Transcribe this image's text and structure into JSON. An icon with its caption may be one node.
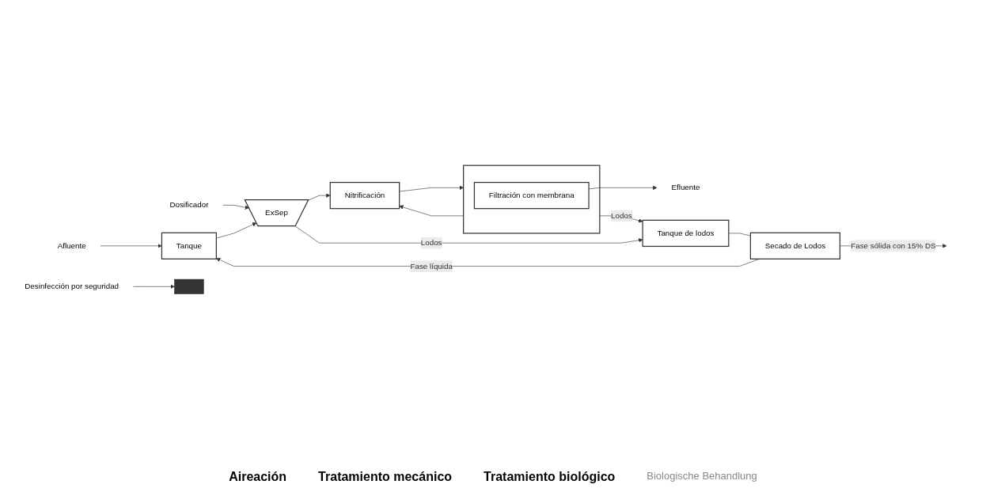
{
  "diagram": {
    "nodes": [
      {
        "text": [
          "Afluente"
        ]
      },
      {
        "text": [
          "Dosificador"
        ]
      },
      {
        "text": [
          "Tanque"
        ]
      },
      {
        "text": [
          "ExSep"
        ]
      },
      {
        "text": [
          "Nitrificación"
        ]
      },
      {
        "text": [],
        "shape": "box"
      },
      {
        "text": [
          "Filtración con membrana"
        ],
        "in": 5
      },
      {
        "text": [
          "Efluente"
        ]
      },
      {
        "text": [
          "Desinfección por seguridad"
        ]
      },
      {
        "text": [],
        "shape": "bar"
      },
      {
        "text": [
          "Tanque de lodos"
        ]
      },
      {
        "text": [
          "Secado de Lodos"
        ]
      }
    ],
    "edges": [
      {
        "from": 0,
        "to": 2,
        "arrow": "to"
      },
      {
        "from": 2,
        "to": 3,
        "arrow": "to"
      },
      {
        "from": 1,
        "to": 3,
        "arrow": "to"
      },
      {
        "from": 3,
        "to": 4,
        "arrow": "to"
      },
      {
        "from": 5,
        "to": 4,
        "arrow": "to"
      },
      {
        "from": 4,
        "to": 5,
        "arrow": "to"
      },
      {
        "from": 6,
        "to": 7,
        "arrow": "to"
      },
      {
        "from": 8,
        "to": 9,
        "arrow": "to"
      },
      {
        "from": 3,
        "to": 10,
        "arrow": "to",
        "label": "Lodos"
      },
      {
        "from": 5,
        "to": 10,
        "arrow": "to",
        "label": "Lodos"
      },
      {
        "from": 10,
        "to": 11,
        "arrow": "none"
      },
      {
        "from": 11,
        "to": 2,
        "arrow": "to",
        "label": "Fase líquida"
      },
      {
        "from": 11,
        "to": null,
        "arrow": "to",
        "label": "Fase sólida con 15% DS"
      }
    ],
    "labels": [
      "Aireación",
      "Tratamiento mecánico",
      "Tratamiento biológico",
      "Biologische Behandlung"
    ]
  }
}
